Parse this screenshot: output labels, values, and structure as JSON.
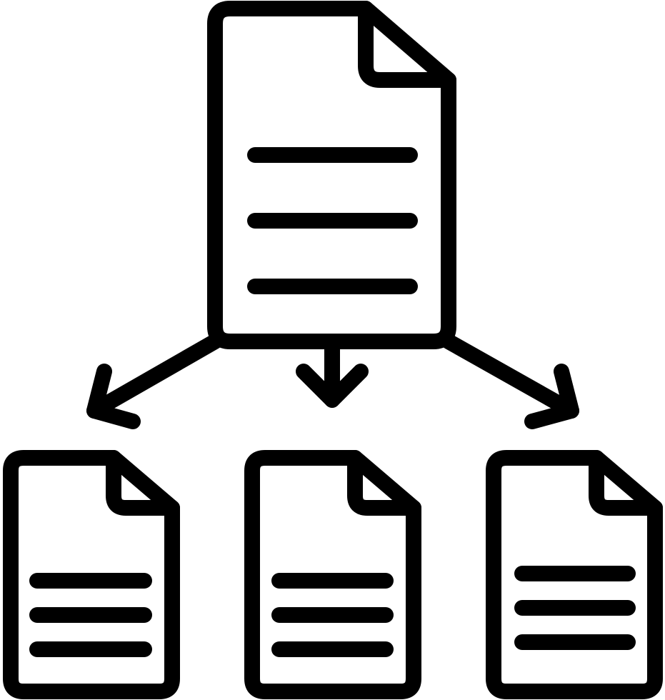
{
  "icon": {
    "name": "document-distribution-icon",
    "style": "line",
    "stroke_color": "#000000",
    "background_color": "#ffffff",
    "source_document": {
      "icon": "document-icon",
      "text_lines": 3
    },
    "arrows": [
      {
        "icon": "arrow-down-left-icon"
      },
      {
        "icon": "arrow-down-icon"
      },
      {
        "icon": "arrow-down-right-icon"
      }
    ],
    "target_documents": [
      {
        "icon": "document-icon",
        "text_lines": 3
      },
      {
        "icon": "document-icon",
        "text_lines": 3
      },
      {
        "icon": "document-icon",
        "text_lines": 3
      }
    ]
  }
}
